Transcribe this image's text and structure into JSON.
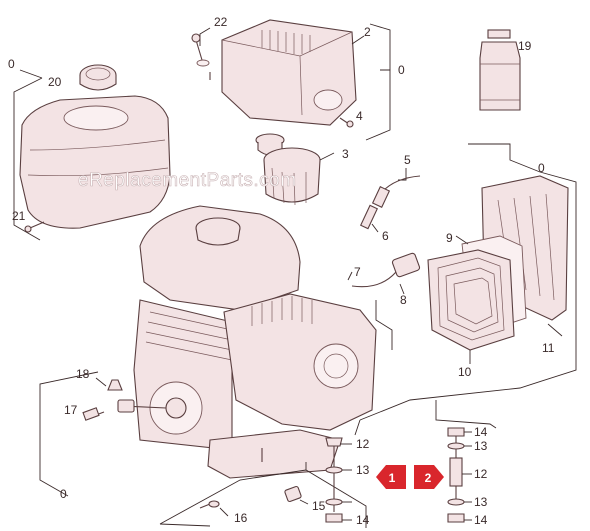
{
  "watermark": "eReplacementParts.com",
  "part_labels": {
    "p0_topleft": "0",
    "p20": "20",
    "p21": "21",
    "p22": "22",
    "p2": "2",
    "p0_top": "0",
    "p4": "4",
    "p19": "19",
    "p3": "3",
    "p5": "5",
    "p0_right": "0",
    "p6": "6",
    "p9": "9",
    "p7": "7",
    "p8": "8",
    "p11": "11",
    "p10": "10",
    "p18": "18",
    "p17": "17",
    "p0_bottom": "0",
    "p16": "16",
    "p15": "15",
    "p12a": "12",
    "p13a": "13",
    "p14a": "14",
    "p14b": "14",
    "p13b": "13",
    "p12b": "12",
    "p13c": "13",
    "p14c": "14"
  },
  "pager": {
    "page1": "1",
    "page2": "2",
    "prev_color": "#d9262c",
    "next_color": "#d9262c"
  },
  "colors": {
    "ink": "#5a3f40",
    "fill": "#f3e3e4"
  }
}
